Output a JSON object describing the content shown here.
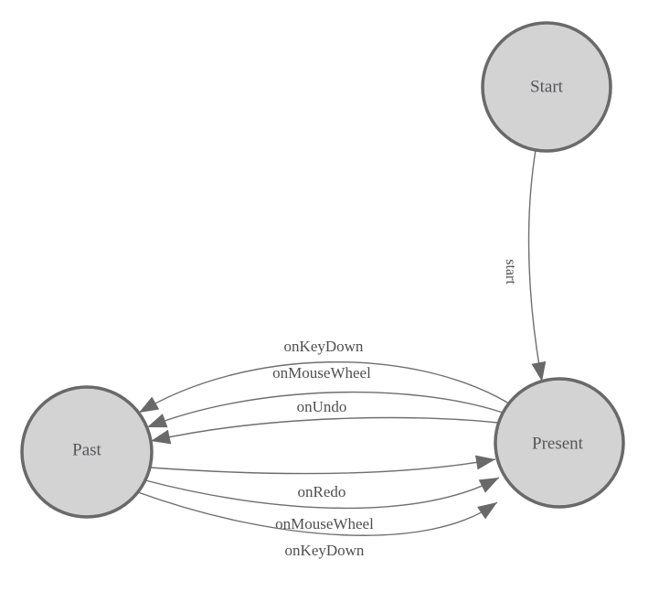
{
  "diagram": {
    "colors": {
      "background": "#ffffff",
      "node_fill": "#d3d3d3",
      "node_stroke": "#696969",
      "edge_stroke": "#6e6e6e",
      "arrow": "#696969",
      "node_label": "#55555a",
      "edge_label": "#4f4f4f"
    },
    "nodes": [
      {
        "id": "start",
        "label": "Start"
      },
      {
        "id": "present",
        "label": "Present"
      },
      {
        "id": "past",
        "label": "Past"
      }
    ],
    "edges": [
      {
        "from": "start",
        "to": "present",
        "label": "start"
      },
      {
        "from": "present",
        "to": "past",
        "label": "onKeyDown"
      },
      {
        "from": "present",
        "to": "past",
        "label": "onMouseWheel"
      },
      {
        "from": "present",
        "to": "past",
        "label": "onUndo"
      },
      {
        "from": "past",
        "to": "present",
        "label": "onRedo"
      },
      {
        "from": "past",
        "to": "present",
        "label": "onMouseWheel"
      },
      {
        "from": "past",
        "to": "present",
        "label": "onKeyDown"
      }
    ]
  }
}
